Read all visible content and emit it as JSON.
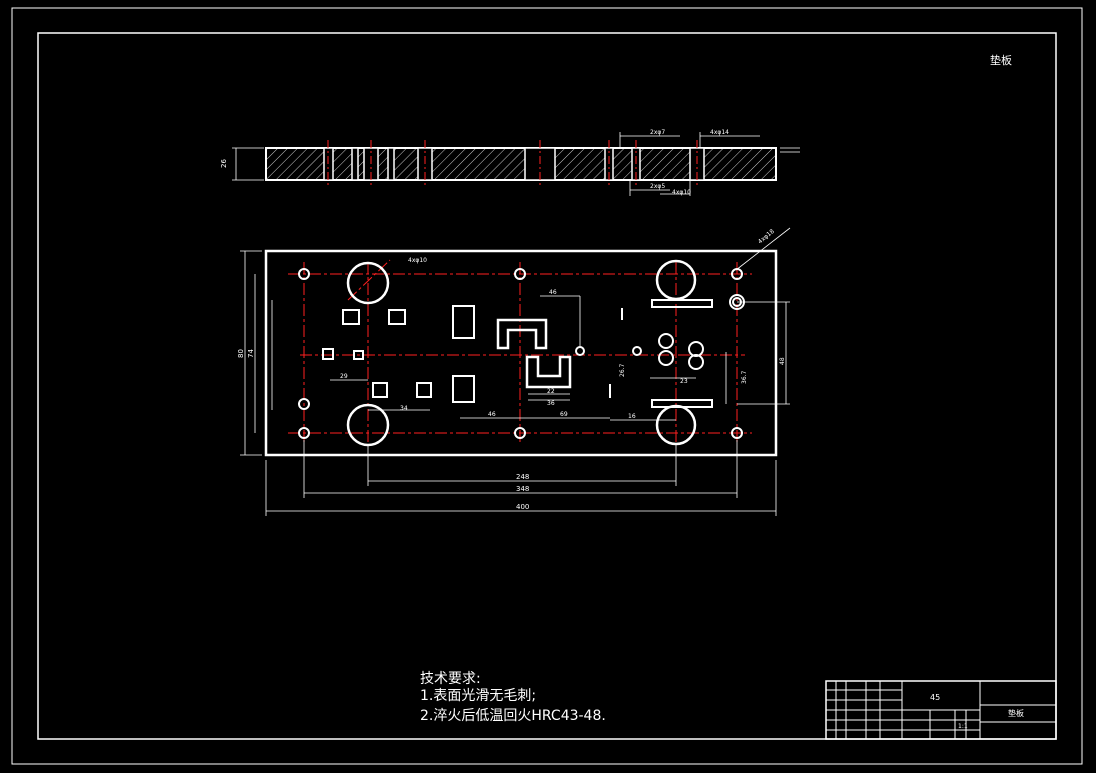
{
  "corner_label": "垫板",
  "tech_requirements": {
    "title": "技术要求:",
    "items": [
      "1.表面光滑无毛刺;",
      "2.淬火后低温回火HRC43-48."
    ]
  },
  "title_block": {
    "material": "45",
    "part_name": "垫板",
    "scale": "1:1"
  },
  "dimensions": {
    "overall_length": "400",
    "hole_span_1": "348",
    "hole_span_2": "248",
    "height_1": "80",
    "height_2": "74",
    "thickness": "26",
    "d46_top": "46",
    "d46_bottom": "46",
    "d69": "69",
    "d36": "36",
    "d22": "22",
    "d29": "29",
    "d23": "23",
    "d34": "34",
    "d16": "16",
    "d48": "48",
    "d367": "36.7",
    "d267": "26.7",
    "hole_note_top": "4xφ10",
    "hole_note_diag": "4xφ18",
    "chamfer_note_1": "2xφ7",
    "chamfer_note_2": "4xφ14",
    "chamfer_note_3": "2xφ5",
    "chamfer_note_4": "4xφ10"
  },
  "colors": {
    "background": "#000000",
    "outline": "#ffffff",
    "centerline": "#ff2020",
    "dimension": "#ffffff"
  }
}
